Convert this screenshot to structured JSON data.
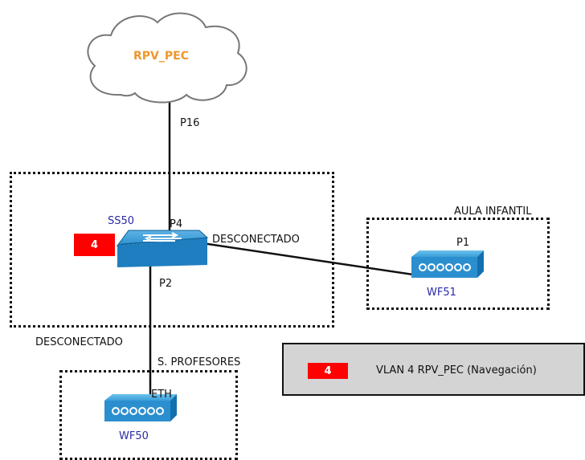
{
  "colors": {
    "badge": "#ff0000",
    "accent": "#1e88c7",
    "cloud_text": "#f0962c",
    "legend_bg": "#d4d4d4"
  },
  "cloud": {
    "label": "RPV_PEC",
    "icon": "cloud-icon"
  },
  "links": {
    "cloud_to_switch_port": "P16",
    "switch_up_port": "P4",
    "switch_down_port": "P2",
    "right_link_status": "DESCONECTADO",
    "bottom_link_status": "DESCONECTADO",
    "wf51_port": "P1",
    "wf50_port": "ETH"
  },
  "switch": {
    "name": "SS50",
    "vlan_badge": "4",
    "icon": "switch-icon"
  },
  "aula_infantil": {
    "title": "AULA INFANTIL",
    "ap_name": "WF51",
    "icon": "access-point-icon"
  },
  "profesores": {
    "title": "S. PROFESORES",
    "ap_name": "WF50",
    "icon": "access-point-icon"
  },
  "legend": {
    "badge": "4",
    "text": "VLAN 4 RPV_PEC (Navegación)"
  }
}
